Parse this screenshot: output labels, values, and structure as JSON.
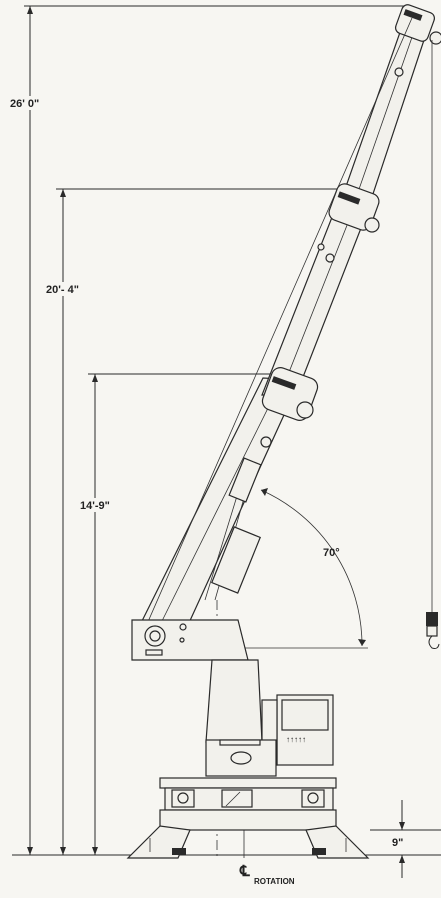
{
  "dimensions": {
    "height_top": "26' 0\"",
    "height_mid": "20'- 4\"",
    "height_low": "14'-9\"",
    "ground_clearance": "9\""
  },
  "angle_label": "70°",
  "centerline": {
    "symbol": "℄",
    "label": "ROTATION"
  },
  "labels_on_body": [
    "↑↑↑↑↑"
  ]
}
